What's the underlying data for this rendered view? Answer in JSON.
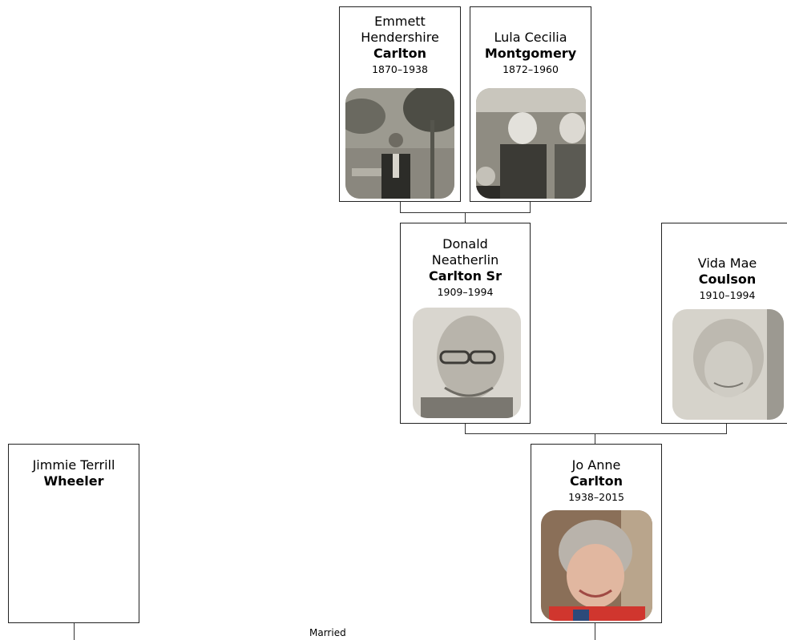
{
  "people": {
    "emmett": {
      "given": "Emmett Hendershire",
      "surname": "Carlton",
      "years": "1870–1938",
      "photo": "portrait-photo"
    },
    "lula": {
      "given": "Lula Cecilia",
      "surname": "Montgomery",
      "years": "1872–1960",
      "photo": "group-photo"
    },
    "donald": {
      "given": "Donald Neatherlin",
      "surname": "Carlton Sr",
      "years": "1909–1994",
      "photo": "portrait-photo"
    },
    "vida": {
      "given": "Vida Mae",
      "surname": "Coulson",
      "years": "1910–1994",
      "photo": "portrait-photo"
    },
    "joanne": {
      "given": "Jo Anne",
      "surname": "Carlton",
      "years": "1938–2015",
      "photo": "portrait-photo"
    },
    "jimmie": {
      "given": "Jimmie Terrill",
      "surname": "Wheeler"
    }
  },
  "relationship_label": "Married",
  "colors": {
    "line": "#333333",
    "border": "#222222",
    "background": "#ffffff"
  }
}
